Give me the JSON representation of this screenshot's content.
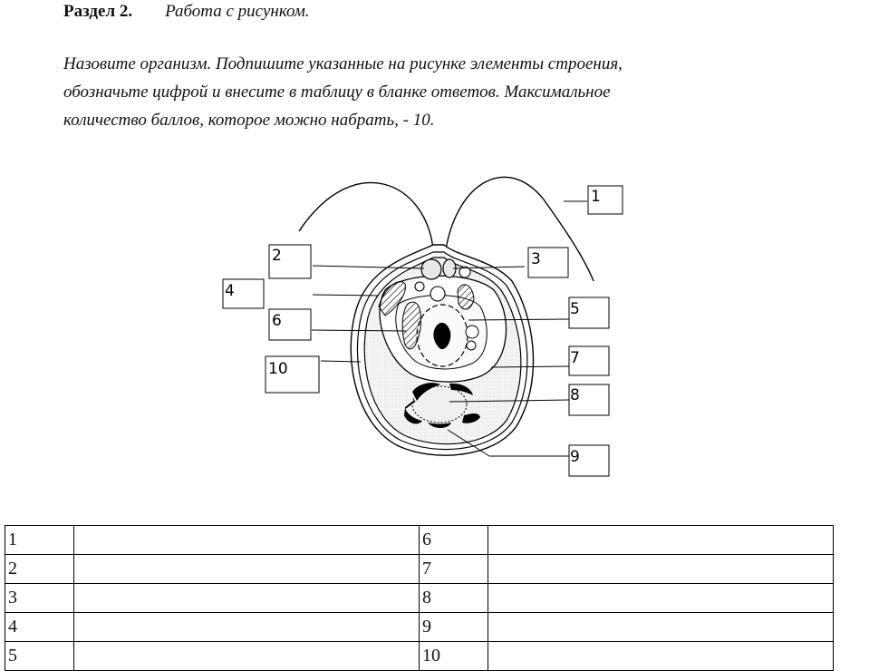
{
  "header": {
    "section": "Раздел 2.",
    "title": "Работа с рисунком."
  },
  "task": {
    "lines": [
      "Назовите организм. Подпишите указанные на рисунке элементы строения,",
      "обозначьте цифрой и внесите в таблицу в бланке ответов. Максимальное",
      "количество баллов, которое можно набрать, -  10."
    ]
  },
  "diagram": {
    "labels": [
      "1",
      "2",
      "3",
      "4",
      "5",
      "6",
      "7",
      "8",
      "9",
      "10"
    ]
  },
  "table": {
    "rows": [
      {
        "left": "1",
        "right": "6"
      },
      {
        "left": "2",
        "right": "7"
      },
      {
        "left": "3",
        "right": "8"
      },
      {
        "left": "4",
        "right": "9"
      },
      {
        "left": "5",
        "right": "10"
      }
    ]
  }
}
